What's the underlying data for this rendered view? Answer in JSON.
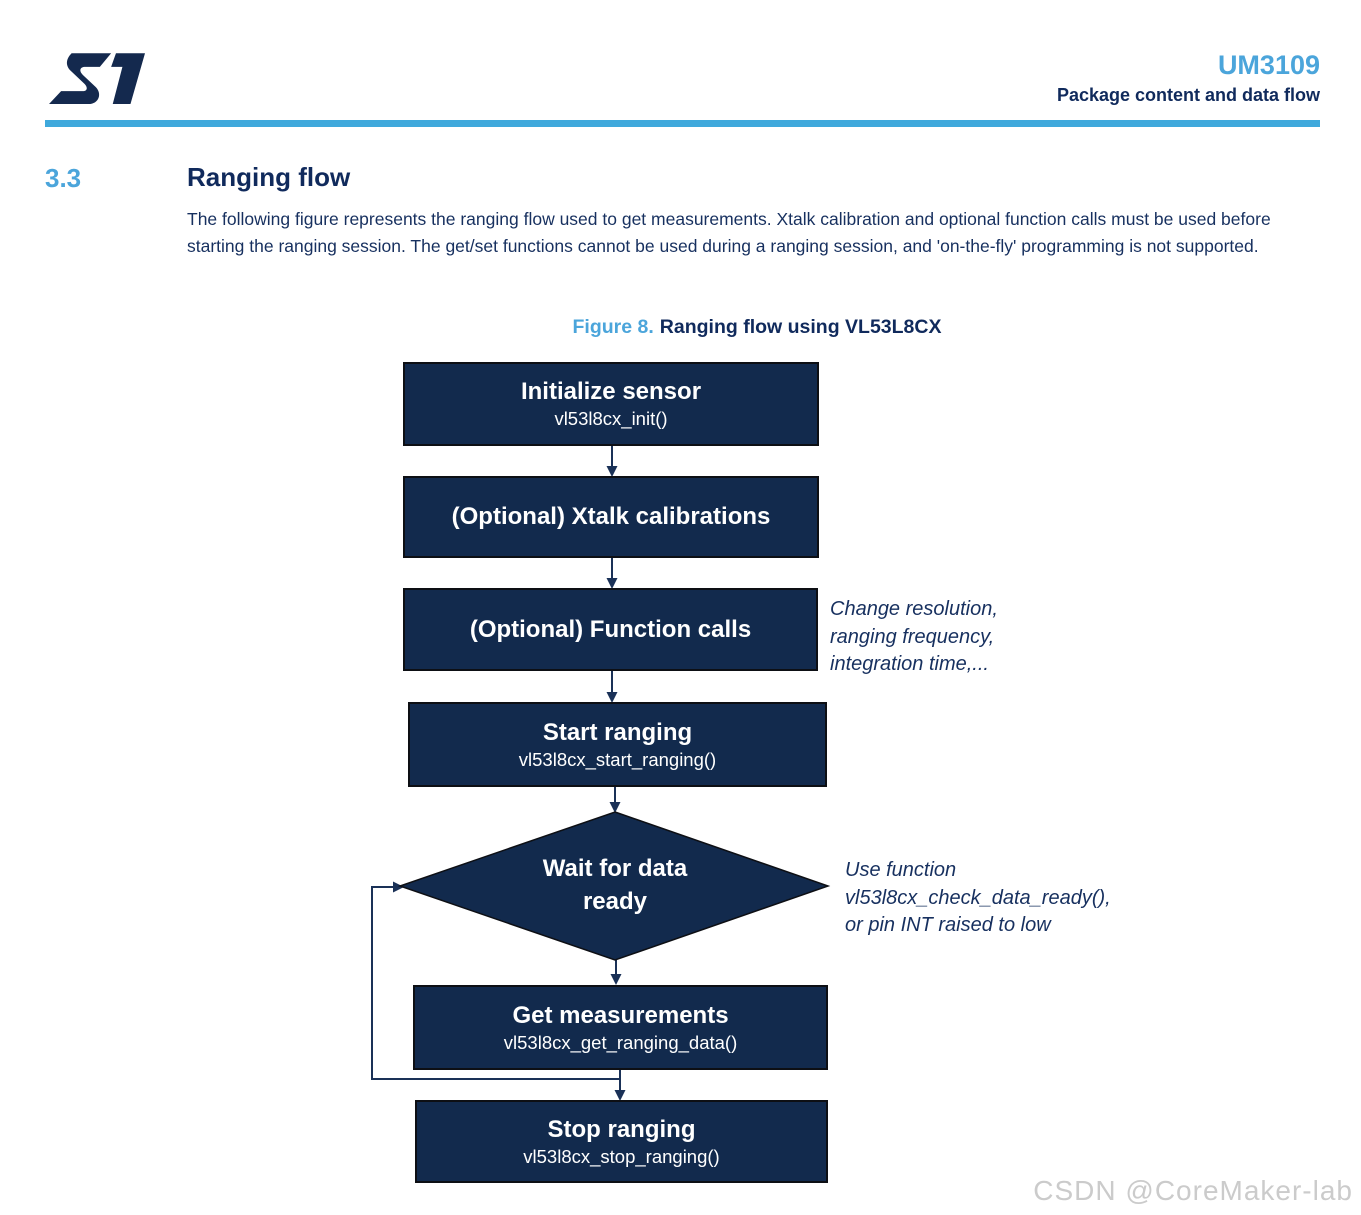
{
  "page": {
    "header": {
      "doc_id": "UM3109",
      "subtitle": "Package content and data flow",
      "logo": "st-microelectronics-logo"
    },
    "section": {
      "number": "3.3",
      "title": "Ranging flow"
    },
    "paragraph": "The following figure represents the ranging flow used to get measurements. Xtalk calibration and optional function calls must be used before starting the ranging session. The get/set functions cannot be used during a ranging session, and 'on-the-fly' programming is not supported.",
    "figure": {
      "label": "Figure 8.",
      "title": "Ranging flow using VL53L8CX"
    },
    "watermark": "CSDN @CoreMaker-lab"
  },
  "flowchart": {
    "nodes": [
      {
        "id": "init",
        "shape": "rect",
        "title": "Initialize sensor",
        "subtitle": "vl53l8cx_init()"
      },
      {
        "id": "xtalk",
        "shape": "rect",
        "title": "(Optional) Xtalk calibrations"
      },
      {
        "id": "func",
        "shape": "rect",
        "title": "(Optional) Function calls"
      },
      {
        "id": "start",
        "shape": "rect",
        "title": "Start ranging",
        "subtitle": "vl53l8cx_start_ranging()"
      },
      {
        "id": "wait",
        "shape": "diamond",
        "title": "Wait for data ready",
        "line1": "Wait for data",
        "line2": "ready"
      },
      {
        "id": "get",
        "shape": "rect",
        "title": "Get measurements",
        "subtitle": "vl53l8cx_get_ranging_data()"
      },
      {
        "id": "stop",
        "shape": "rect",
        "title": "Stop ranging",
        "subtitle": "vl53l8cx_stop_ranging()"
      }
    ],
    "edges": [
      "init->xtalk",
      "xtalk->func",
      "func->start",
      "start->wait",
      "wait->get",
      "get->stop",
      "get/stop-junction->wait (loop back)"
    ],
    "annotations": [
      {
        "attached_to": "func",
        "lines": [
          "Change resolution,",
          "ranging frequency,",
          "integration time,..."
        ]
      },
      {
        "attached_to": "wait",
        "lines": [
          "Use function",
          "vl53l8cx_check_data_ready(),",
          "or pin INT raised to low"
        ]
      }
    ]
  },
  "colors": {
    "accent_blue": "#3FA9DC",
    "heading_blue": "#4BA5DB",
    "navy_text": "#102A5C",
    "body_text": "#17305F",
    "node_fill": "#122A4D",
    "node_border": "#0D0F14",
    "connector": "#1A3157",
    "watermark_gray": "#CBCBCB"
  }
}
